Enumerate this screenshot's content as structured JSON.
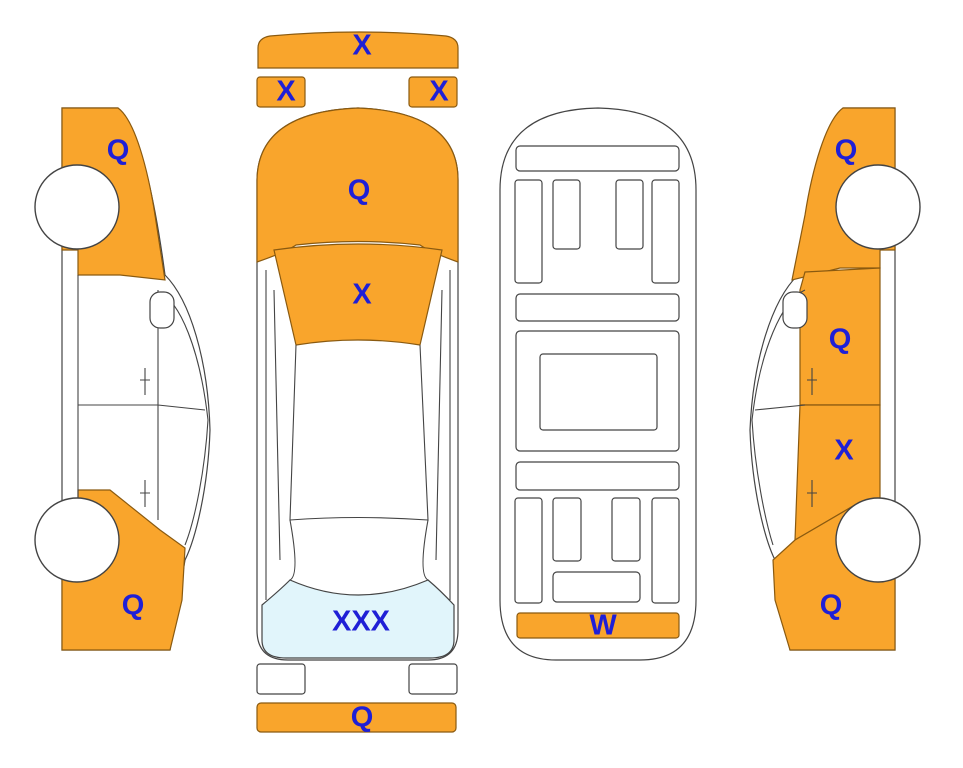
{
  "colors": {
    "damaged_panel": "#f9a52c",
    "glass_panel": "#e1f5fb",
    "code_text": "#1f1fd6",
    "outline": "#444444"
  },
  "codes": {
    "front_bumper": "X",
    "left_headlight": "X",
    "right_headlight": "X",
    "hood": "Q",
    "windshield": "X",
    "rear_window": "XXX",
    "rear_bumper": "Q",
    "left_front_fender": "Q",
    "left_rear_quarter": "Q",
    "underbody_rear": "W",
    "right_front_fender": "Q",
    "right_front_door": "Q",
    "right_rear_door": "X",
    "right_rear_quarter": "Q"
  }
}
